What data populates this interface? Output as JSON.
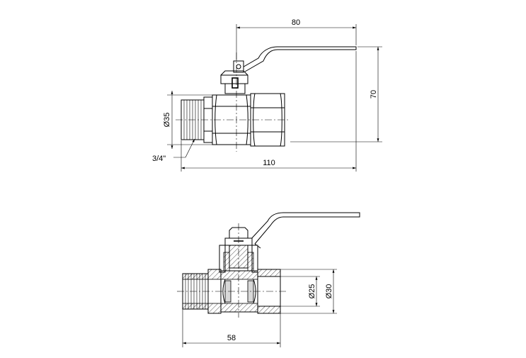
{
  "dimensions": {
    "handle_length": "80",
    "height": "70",
    "diameter_body": "Ø35",
    "thread": "3/4\"",
    "total_length": "110",
    "inner_diameter": "Ø25",
    "outer_diameter": "Ø30",
    "section_length": "58"
  }
}
